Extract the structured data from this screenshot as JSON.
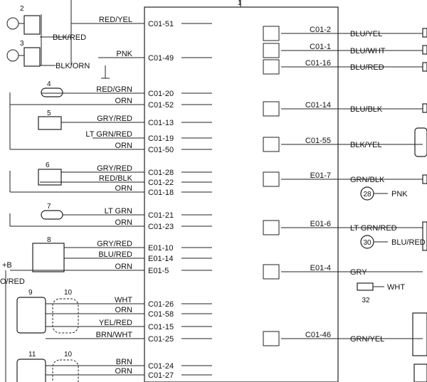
{
  "ecu_number": "1",
  "left_component_numbers": [
    "2",
    "3",
    "4",
    "5",
    "6",
    "7",
    "8",
    "9",
    "10",
    "11",
    "10"
  ],
  "left_rows": [
    {
      "wire": "RED/YEL",
      "pin": "C01-51"
    },
    {
      "wire": "PNK",
      "pin": "C01-49"
    },
    {
      "wire": "RED/GRN",
      "pin": "C01-20"
    },
    {
      "wire": "ORN",
      "pin": "C01-52"
    },
    {
      "wire": "GRY/RED",
      "pin": "C01-13"
    },
    {
      "wire": "LT GRN/RED",
      "pin": "C01-19"
    },
    {
      "wire": "ORN",
      "pin": "C01-50"
    },
    {
      "wire": "GRY/RED",
      "pin": "C01-28"
    },
    {
      "wire": "RED/BLK",
      "pin": "C01-22"
    },
    {
      "wire": "ORN",
      "pin": "C01-18"
    },
    {
      "wire": "LT GRN",
      "pin": "C01-21"
    },
    {
      "wire": "ORN",
      "pin": "C01-23"
    },
    {
      "wire": "GRY/RED",
      "pin": "E01-10"
    },
    {
      "wire": "BLU/RED",
      "pin": "E01-14"
    },
    {
      "wire": "ORN",
      "pin": "E01-5"
    },
    {
      "wire": "WHT",
      "pin": "C01-26"
    },
    {
      "wire": "ORN",
      "pin": "C01-58"
    },
    {
      "wire": "YEL/RED",
      "pin": "C01-15"
    },
    {
      "wire": "BRN/WHT",
      "pin": "C01-25"
    },
    {
      "wire": "BRN",
      "pin": "C01-24"
    },
    {
      "wire": "ORN",
      "pin": "C01-27"
    }
  ],
  "side_labels": {
    "blk_red": "BLK/RED",
    "blk_orn": "BLK/ORN",
    "plus_b": "+B",
    "orn_red": "O/RED"
  },
  "right_rows": [
    {
      "pin": "C01-2",
      "wire": "BLU/YEL"
    },
    {
      "pin": "C01-1",
      "wire": "BLU/WHT"
    },
    {
      "pin": "C01-16",
      "wire": "BLU/RED"
    },
    {
      "pin": "C01-14",
      "wire": "BLU/BLK"
    },
    {
      "pin": "C01-55",
      "wire": "BLK/YEL"
    },
    {
      "pin": "E01-7",
      "wire": "GRN/BLK"
    },
    {
      "pin": "E01-6",
      "wire": "LT GRN/RED"
    },
    {
      "pin": "E01-4",
      "wire": "GRY"
    },
    {
      "pin": "C01-46",
      "wire": "GRN/YEL"
    }
  ],
  "right_components": [
    {
      "number": "28",
      "wire": "PNK"
    },
    {
      "number": "30",
      "wire": "BLU/RED"
    },
    {
      "number": "32",
      "wire": "WHT"
    }
  ]
}
